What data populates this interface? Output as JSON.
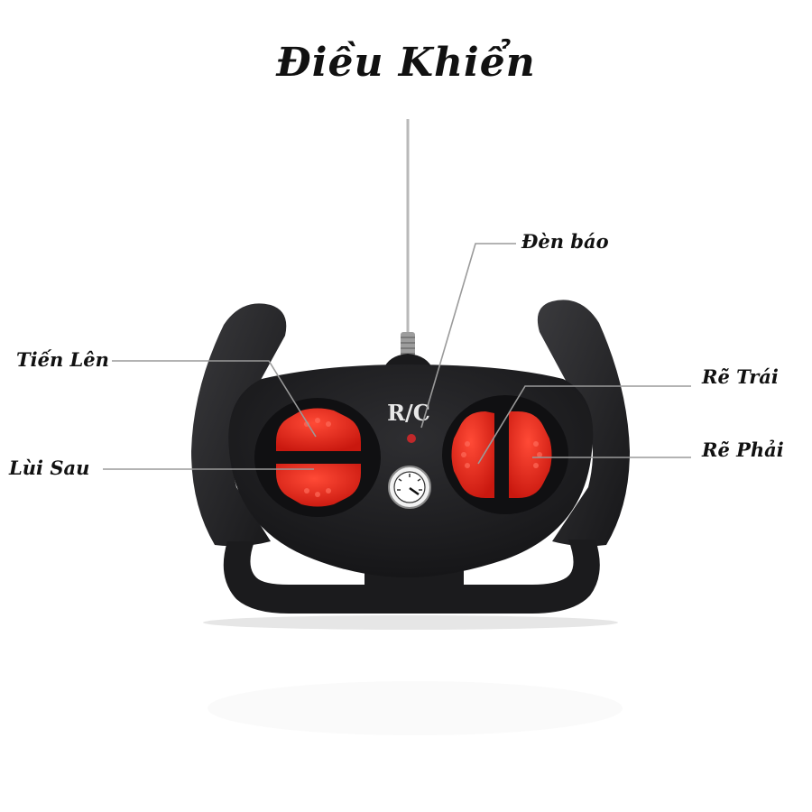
{
  "title": "Điều Khiển",
  "controller": {
    "brand_label": "R/C"
  },
  "callouts": {
    "indicator": "Đèn báo",
    "forward": "Tiến Lên",
    "backward": "Lùi Sau",
    "turn_left": "Rẽ Trái",
    "turn_right": "Rẽ Phải"
  },
  "colors": {
    "body": "#1c1c1e",
    "button": "#e8261c",
    "leader_line": "#9a9a9a",
    "indicator_led": "#c0282a"
  }
}
